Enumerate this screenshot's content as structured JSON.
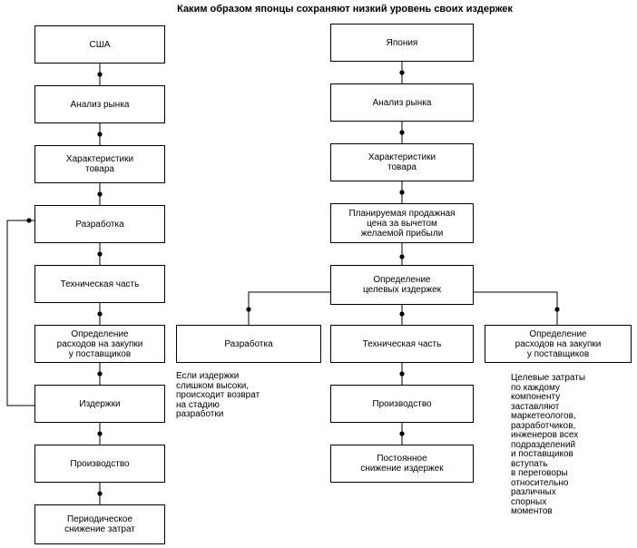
{
  "title": "Каким образом японцы сохраняют низкий уровень своих издержек",
  "usa": {
    "header": "США",
    "market": "Анализ рынка",
    "characteristics": "Характеристики\nтовара",
    "development": "Разработка",
    "technical": "Техническая часть",
    "purchasing": "Определение\nрасходов на закупки\nу поставщиков",
    "costs": "Издержки",
    "production": "Производство",
    "reduction": "Периодическое\nснижение затрат"
  },
  "japan": {
    "header": "Япония",
    "market": "Анализ рынка",
    "characteristics": "Характеристики\nтовара",
    "planned_price": "Планируемая продажная\nцена за вычетом\nжелаемой прибыли",
    "target_costs": "Определение\nцелевых издержек",
    "development": "Разработка",
    "technical": "Техническая часть",
    "purchasing": "Определение\nрасходов на закупки\nу поставщиков",
    "production": "Производство",
    "reduction": "Постоянное\nснижение издержек"
  },
  "notes": {
    "development_note": "Если издержки\nслишком высоки,\nпроисходит возврат\nна стадию\nразработки",
    "purchasing_note": "Целевые затраты\nпо каждому\nкомпоненту\nзаставляют\nмаркетеологов,\nразработчиков,\nинженеров всех\nподразделений\nи поставщиков\nвступать\nв переговоры\nотносительно\nразличных\nспорных\nмоментов"
  }
}
